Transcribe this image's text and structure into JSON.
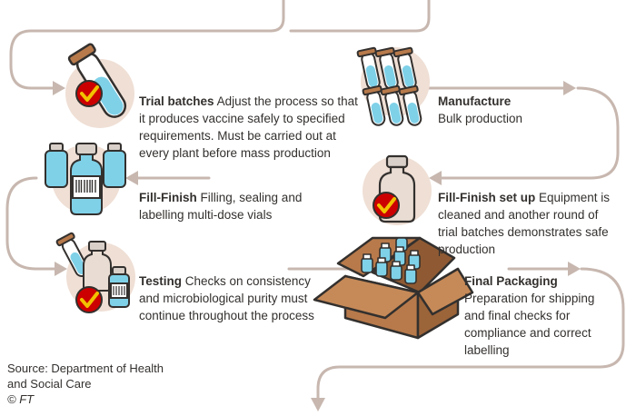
{
  "steps": [
    {
      "title": "Trial batches",
      "text": "Adjust the process so that it produces vaccine safely to specified requirements. Must be carried out at every plant before mass production"
    },
    {
      "title": "Manufacture",
      "text": "Bulk production"
    },
    {
      "title": "Fill-Finish",
      "text": "Filling, sealing and labelling multi-dose vials"
    },
    {
      "title": "Fill-Finish set up",
      "text": "Equipment is cleaned and another round of trial batches demonstrates safe production"
    },
    {
      "title": "Testing",
      "text": "Checks on consistency and microbiological purity must continue throughout the process"
    },
    {
      "title": "Final Packaging",
      "text": "Preparation for shipping and final checks for compliance and correct labelling"
    }
  ],
  "source": {
    "line1": "Source: Department of Health",
    "line2": "and Social Care",
    "credit": "© FT"
  },
  "colors": {
    "flow_line": "#c7b7af",
    "circle": "#efdfd5",
    "check_red": "#cc0000",
    "check_yellow": "#f2c200",
    "liquid": "#7fd1e8",
    "box_brown": "#b87a4b"
  },
  "icons": [
    "test-tube-icon",
    "test-tube-rack-icon",
    "vials-icon",
    "vial-icon",
    "testing-icon",
    "box-icon",
    "checkmark-icon"
  ]
}
